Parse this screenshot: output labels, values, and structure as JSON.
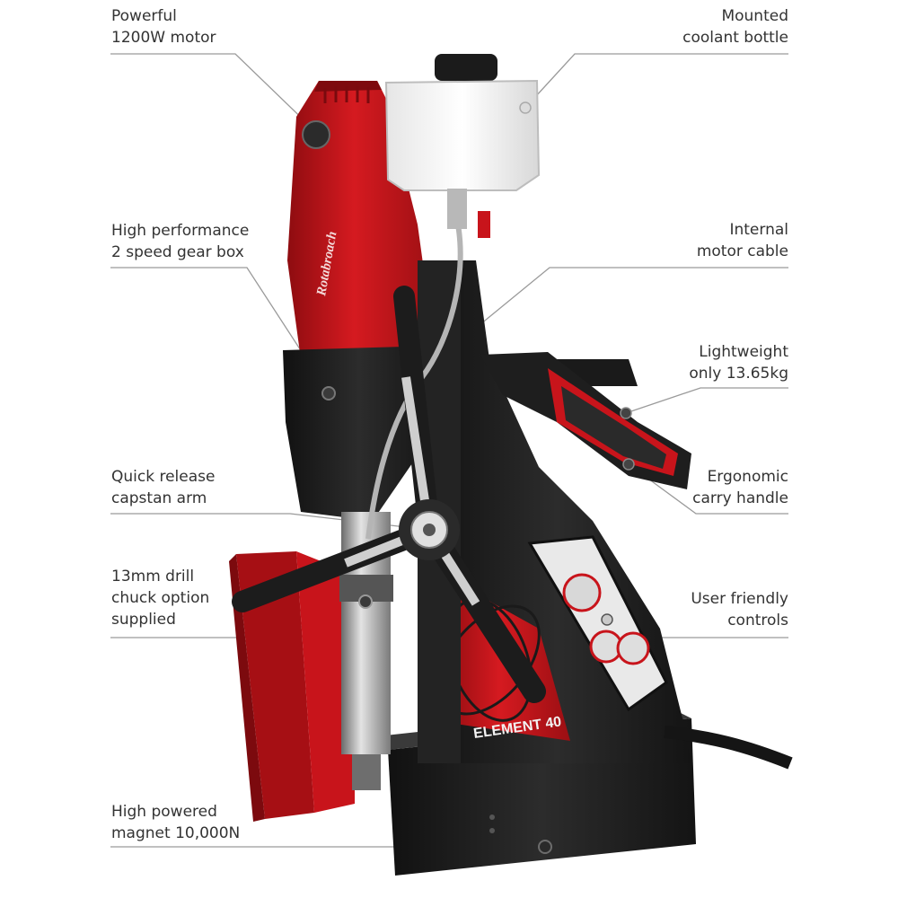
{
  "brand_name": "Rotabroach",
  "model_badge": "ELEMENT 40",
  "colors": {
    "body_red": "#c8141b",
    "dark_body": "#1d1d1d",
    "callout_line": "#9a9a9a",
    "label_text": "#333333"
  },
  "callouts": [
    {
      "id": "motor",
      "lines": [
        "Powerful",
        "1200W motor"
      ]
    },
    {
      "id": "coolant",
      "lines": [
        "Mounted",
        "coolant bottle"
      ]
    },
    {
      "id": "gearbox",
      "lines": [
        "High performance",
        "2 speed gear box"
      ]
    },
    {
      "id": "cable",
      "lines": [
        "Internal",
        "motor cable"
      ]
    },
    {
      "id": "weight",
      "lines": [
        "Lightweight",
        "only 13.65kg"
      ]
    },
    {
      "id": "capstan",
      "lines": [
        "Quick release",
        "capstan arm"
      ]
    },
    {
      "id": "handle",
      "lines": [
        "Ergonomic",
        "carry handle"
      ]
    },
    {
      "id": "chuck",
      "lines": [
        "13mm drill",
        "chuck option",
        "supplied"
      ]
    },
    {
      "id": "controls",
      "lines": [
        "User friendly",
        "controls"
      ]
    },
    {
      "id": "magnet",
      "lines": [
        "High powered",
        "magnet 10,000N"
      ]
    }
  ]
}
